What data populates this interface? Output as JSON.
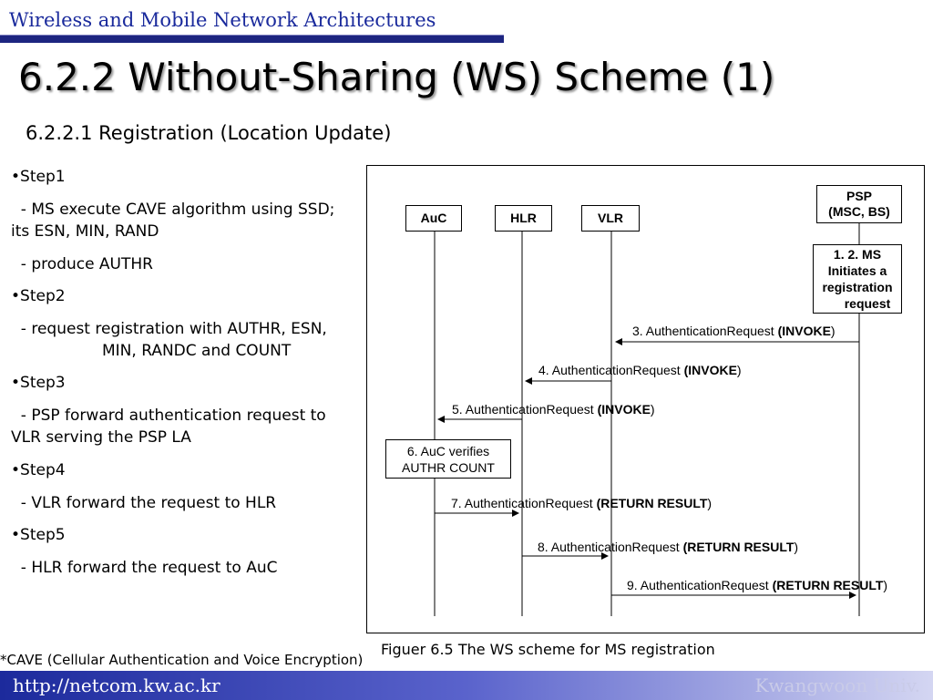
{
  "header": {
    "title": "Wireless and Mobile Network Architectures"
  },
  "slide": {
    "title": "6.2.2 Without-Sharing (WS) Scheme (1)",
    "subtitle": "6.2.2.1 Registration (Location Update)"
  },
  "steps": [
    {
      "head": "•Step1",
      "lines": [
        [
          "  - MS execute ",
          "CAVE",
          " algorithm using SSD;"
        ],
        [
          "its ESN, MIN, RAND"
        ],
        [
          "  - produce AUTHR"
        ]
      ]
    },
    {
      "head": "•Step2",
      "lines": [
        [
          "  - request registration with AUTHR, ESN,"
        ],
        [
          "MIN, RANDC and ",
          "COUNT"
        ]
      ]
    },
    {
      "head": "•Step3",
      "lines": [
        [
          "  - PSP forward authentication request to"
        ],
        [
          "VLR",
          " serving the ",
          "PSP LA"
        ]
      ]
    },
    {
      "head": "•Step4",
      "lines": [
        [
          "  - VLR forward the request to ",
          "HLR"
        ]
      ]
    },
    {
      "head": "•Step5",
      "lines": [
        [
          "  - HLR forward the request to AuC"
        ]
      ]
    }
  ],
  "diagram": {
    "entities": {
      "auc": "AuC",
      "hlr": "HLR",
      "vlr": "VLR",
      "psp_line1": "PSP",
      "psp_line2": "(MSC, BS)"
    },
    "notes": {
      "ms_line1": "1. 2. MS",
      "ms_line2": "Initiates a",
      "ms_line3": "registration",
      "ms_line4": "request",
      "auc_line1": "6. AuC verifies",
      "auc_line2": "AUTHR COUNT"
    },
    "messages": [
      {
        "prefix": "3. AuthenticationRequest ",
        "bold": "(INVOKE",
        "suffix": ")"
      },
      {
        "prefix": "4. AuthenticationRequest ",
        "bold": "(INVOKE",
        "suffix": ")"
      },
      {
        "prefix": "5. AuthenticationRequest ",
        "bold": "(INVOKE",
        "suffix": ")"
      },
      {
        "prefix": "7. AuthenticationRequest ",
        "bold": "(RETURN RESULT",
        "suffix": ")"
      },
      {
        "prefix": "8. AuthenticationRequest ",
        "bold": "(RETURN RESULT",
        "suffix": ")"
      },
      {
        "prefix": "9. AuthenticationRequest ",
        "bold": "(RETURN RESULT",
        "suffix": ")"
      }
    ]
  },
  "caption": "Figuer 6.5 The WS scheme for MS registration",
  "footnote": "*CAVE (Cellular Authentication and Voice Encryption)",
  "footer": {
    "url": "http://netcom.kw.ac.kr",
    "university": "Kwangwoon Univ."
  }
}
